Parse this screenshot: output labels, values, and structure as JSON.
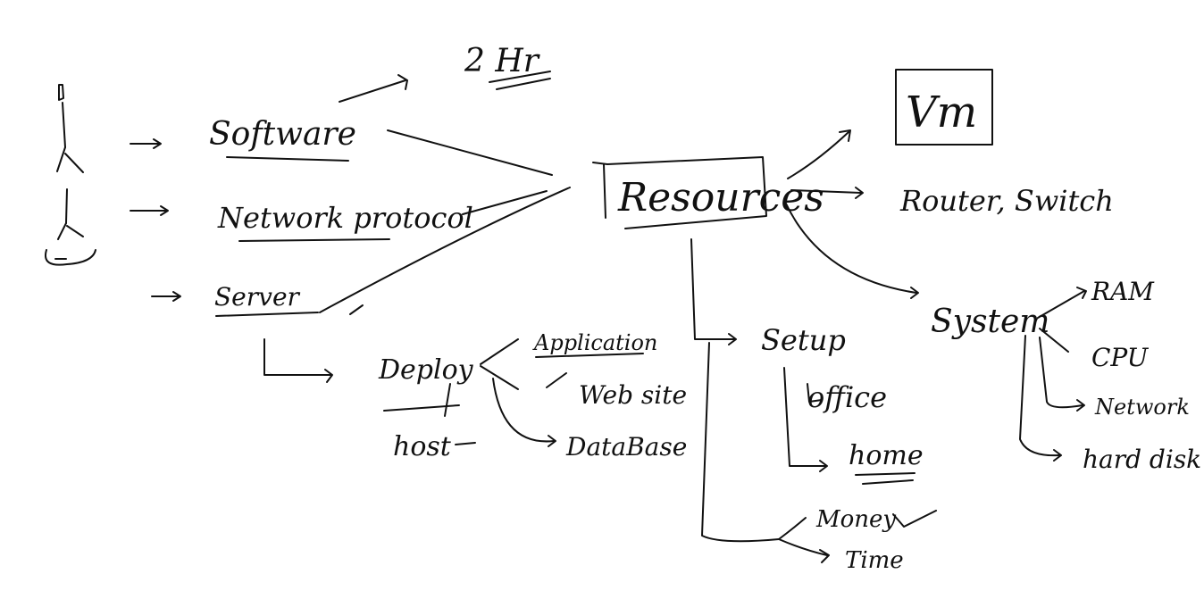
{
  "labels": {
    "two_hr": "2 Hr",
    "software": "Software",
    "network_protocol": "Network protocol",
    "server": "Server",
    "resources": "Resources",
    "vm": "Vm",
    "router_switch": "Router, Switch",
    "deploy": "Deploy",
    "host": "host",
    "application": "Application",
    "website": "Web site",
    "database": "DataBase",
    "setup": "Setup",
    "office": "office",
    "home": "home",
    "money": "Money",
    "time": "Time",
    "system": "System",
    "ram": "RAM",
    "cpu": "CPU",
    "network": "Network",
    "hard_disk": "hard disk"
  }
}
